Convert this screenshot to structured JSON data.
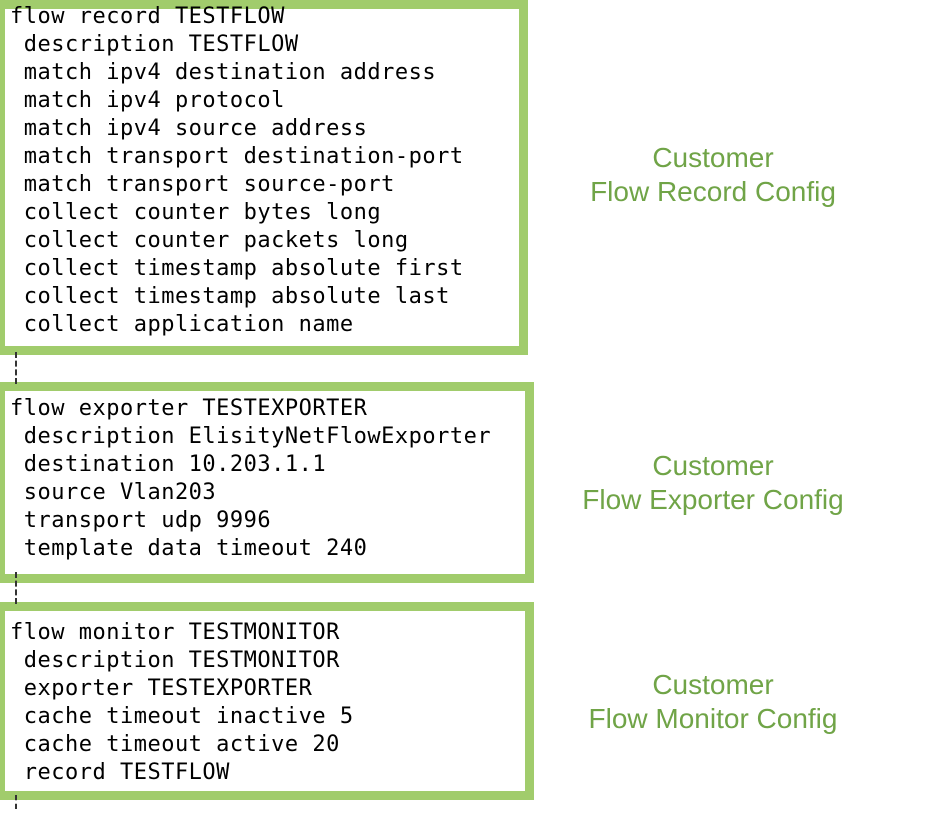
{
  "record": {
    "lines": [
      "flow record TESTFLOW",
      " description TESTFLOW",
      " match ipv4 destination address",
      " match ipv4 protocol",
      " match ipv4 source address",
      " match transport destination-port",
      " match transport source-port",
      " collect counter bytes long",
      " collect counter packets long",
      " collect timestamp absolute first",
      " collect timestamp absolute last",
      " collect application name"
    ],
    "caption_line1": "Customer",
    "caption_line2": "Flow Record Config"
  },
  "exporter": {
    "lines": [
      "flow exporter TESTEXPORTER",
      " description ElisityNetFlowExporter",
      " destination 10.203.1.1",
      " source Vlan203",
      " transport udp 9996",
      " template data timeout 240"
    ],
    "caption_line1": "Customer",
    "caption_line2": "Flow Exporter Config"
  },
  "monitor": {
    "lines": [
      "flow monitor TESTMONITOR",
      " description TESTMONITOR",
      " exporter TESTEXPORTER",
      " cache timeout inactive 5",
      " cache timeout active 20",
      " record TESTFLOW"
    ],
    "caption_line1": "Customer",
    "caption_line2": "Flow Monitor Config"
  },
  "colors": {
    "border": "#a1cc6c",
    "caption": "#70a447"
  }
}
